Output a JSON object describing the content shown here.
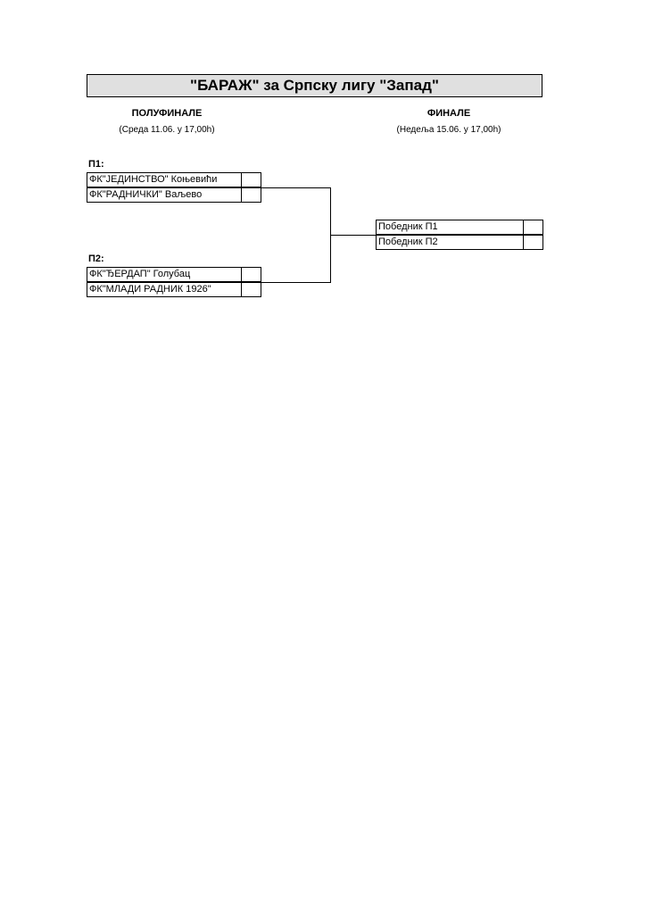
{
  "title": "\"БАРАЖ\" за Српску лигу \"Запад\"",
  "semifinal": {
    "heading": "ПОЛУФИНАЛЕ",
    "date": "(Среда 11.06. у 17,00h)",
    "matches": [
      {
        "label": "П1:",
        "teams": [
          "ФК\"ЈЕДИНСТВО\" Коњевићи",
          "ФК\"РАДНИЧКИ\" Ваљево"
        ]
      },
      {
        "label": "П2:",
        "teams": [
          "ФК\"ЂЕРДАП\" Голубац",
          "ФК\"МЛАДИ РАДНИК 1926\""
        ]
      }
    ]
  },
  "final": {
    "heading": "ФИНАЛЕ",
    "date": "(Недеља 15.06. у 17,00h)",
    "teams": [
      "Победник П1",
      "Победник П2"
    ]
  }
}
